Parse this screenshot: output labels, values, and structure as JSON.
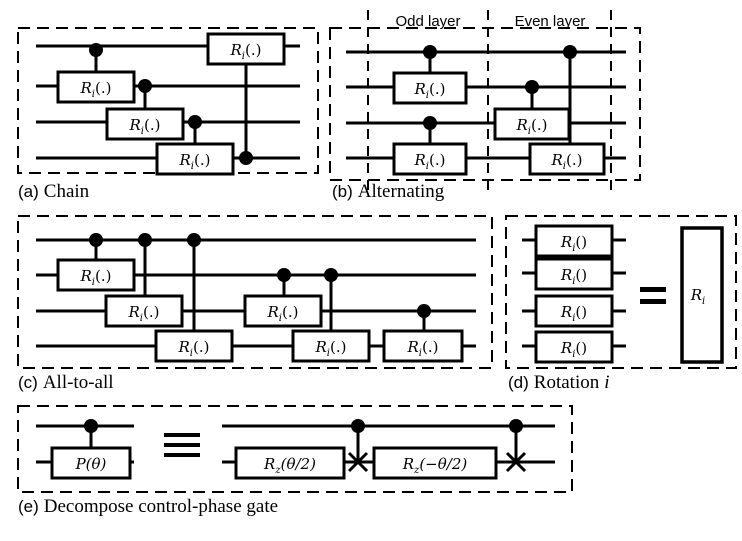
{
  "captions": {
    "a_letter": "(a)",
    "a_name": "Chain",
    "b_letter": "(b)",
    "b_name": "Alternating",
    "c_letter": "(c)",
    "c_name": "All-to-all",
    "d_letter": "(d)",
    "d_name": "Rotation",
    "d_symbol": "i",
    "e_letter": "(e)",
    "e_name": "Decompose control-phase gate"
  },
  "layers": {
    "odd": "Odd layer",
    "even": "Even layer"
  },
  "gates": {
    "r": "R",
    "r_sub": "i",
    "r_arg": "(.)",
    "r_empty_arg": "()",
    "big": "R",
    "big_sub": "i",
    "phase": "P(θ)",
    "rz": "R",
    "rz_sub": "z",
    "rz_pos_arg": "(θ/2)",
    "rz_neg_arg": "(−θ/2)"
  }
}
